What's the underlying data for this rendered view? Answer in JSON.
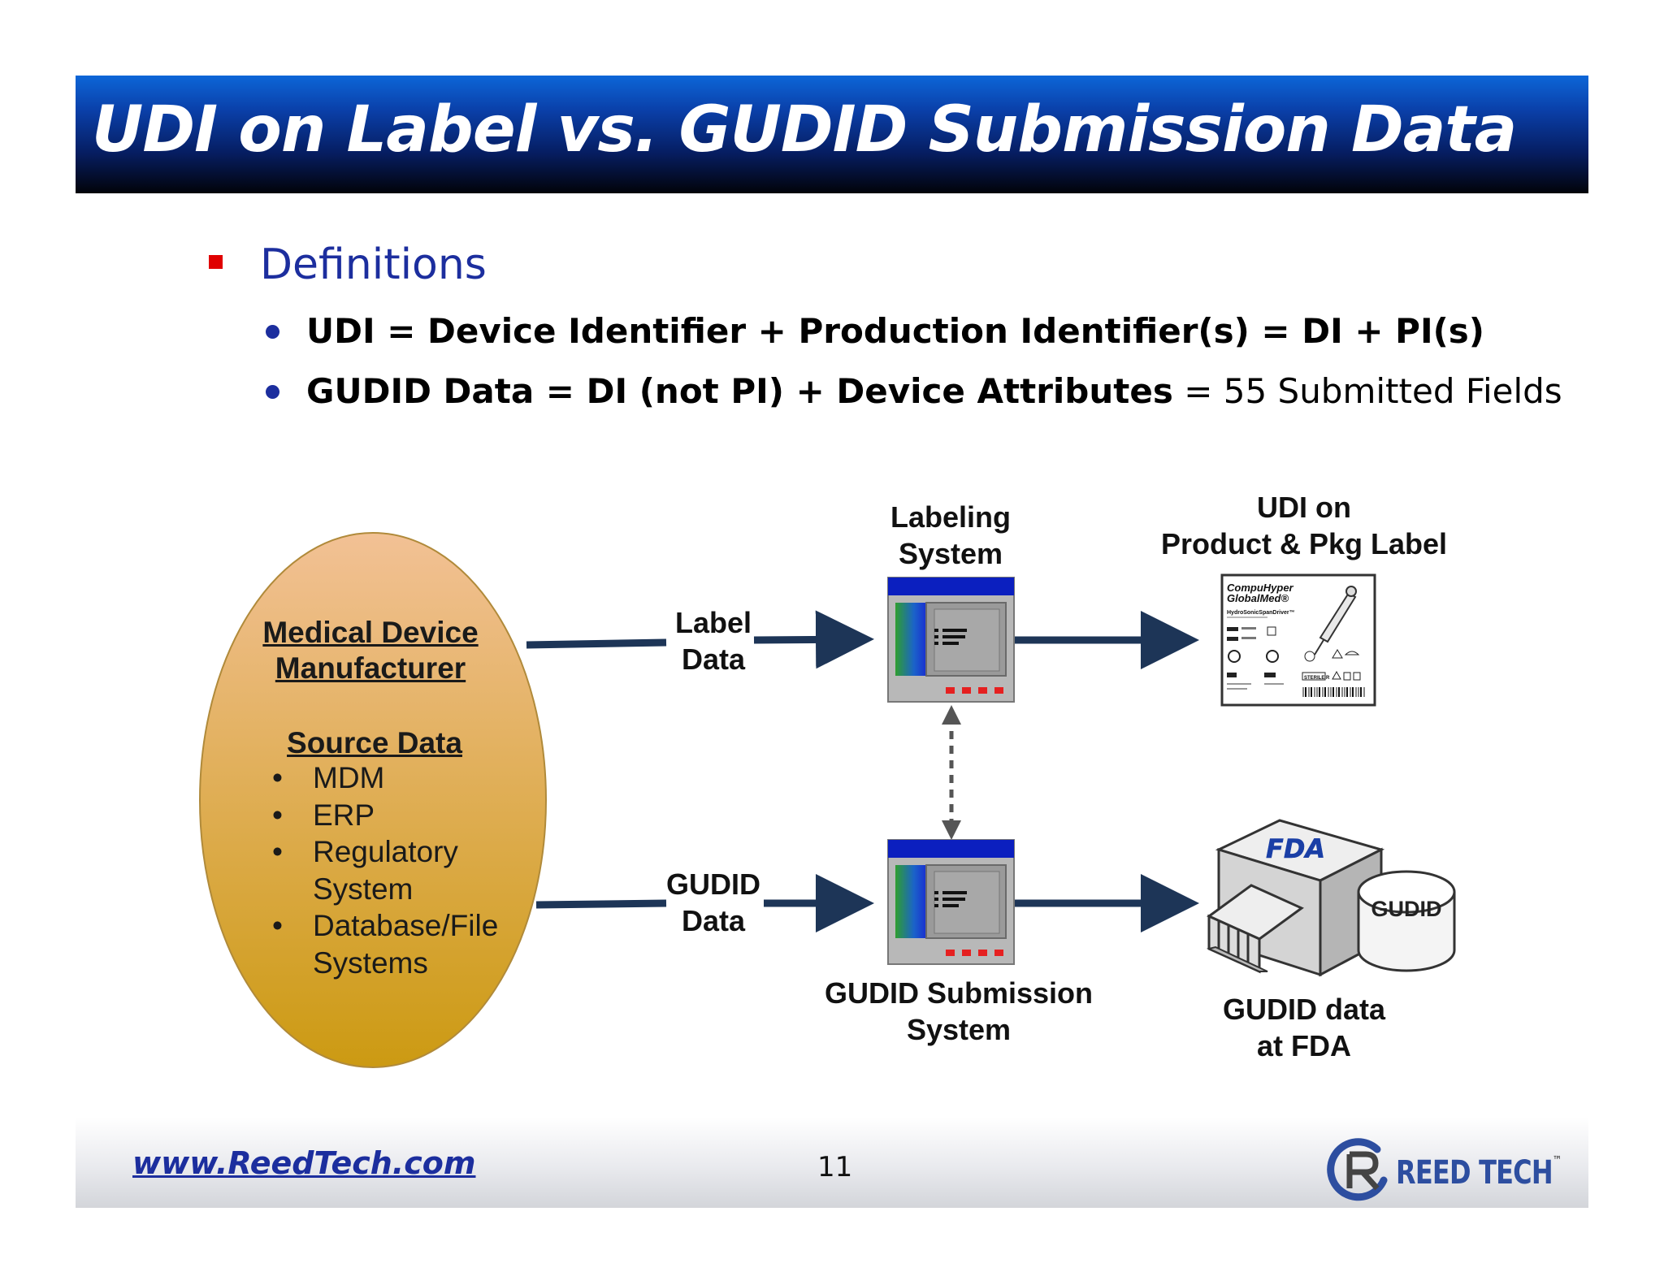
{
  "slide": {
    "title": "UDI on Label vs. GUDID Submission Data",
    "heading": "Definitions",
    "definitions": [
      {
        "bold": "UDI = Device Identifier + Production Identifier(s) = DI + PI(s)",
        "normal": ""
      },
      {
        "bold": "GUDID Data = DI (not PI) + Device Attributes",
        "normal": " = 55 Submitted Fields"
      }
    ]
  },
  "diagram": {
    "source": {
      "title_line1": "Medical Device",
      "title_line2": "Manufacturer",
      "subtitle": "Source Data",
      "items": [
        "MDM",
        "ERP",
        "Regulatory",
        "System",
        "Database/File",
        "Systems"
      ]
    },
    "label_data": [
      "Label",
      "Data"
    ],
    "gudid_data": [
      "GUDID",
      "Data"
    ],
    "labeling_system": [
      "Labeling",
      "System"
    ],
    "submission_system": [
      "GUDID Submission",
      "System"
    ],
    "udi_label": [
      "UDI on",
      "Product & Pkg Label"
    ],
    "fda_store": [
      "GUDID data",
      "at FDA"
    ],
    "product_label": {
      "brand_line1": "CompuHyper",
      "brand_line2": "GlobalMed®",
      "product": "HydroSonicSpanDriver™",
      "sterile": "STERILE R"
    },
    "fda_logo": "FDA",
    "db_label": "GUDID",
    "colors": {
      "oval_top": "#f2c195",
      "oval_bottom": "#cc9a12",
      "arrow": "#1d3557",
      "screen_bar": "#0b1fbf",
      "led": "#e52020"
    }
  },
  "footer": {
    "url": "www.ReedTech.com",
    "page": "11",
    "logo_text": "REED TECH",
    "logo_tm": "™"
  }
}
